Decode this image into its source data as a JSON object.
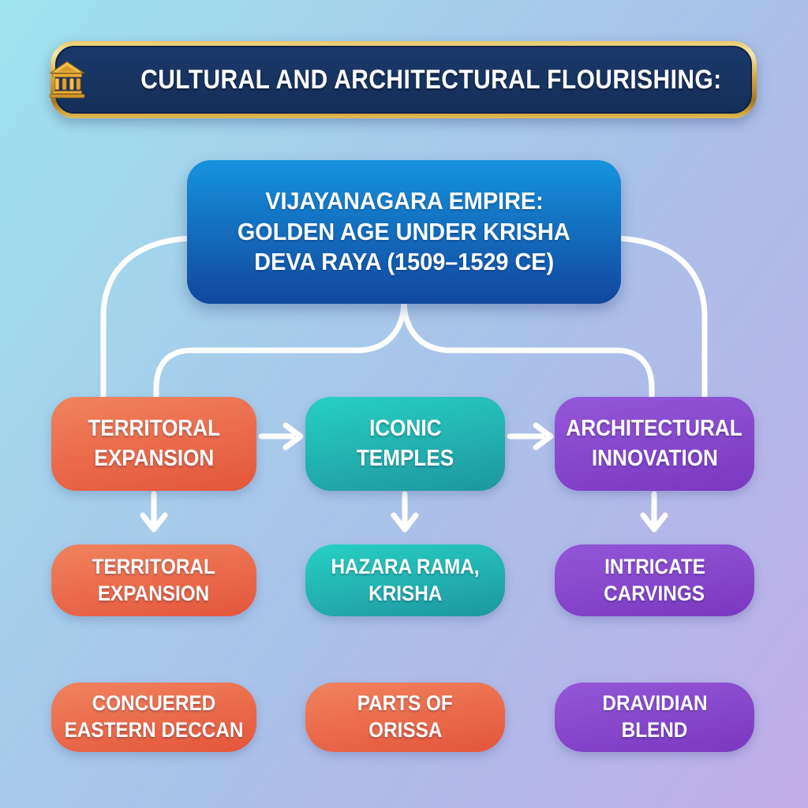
{
  "banner": {
    "title": "CULTURAL AND ARCHITECTURAL FLOURISHING:",
    "icon": "classical-building-icon",
    "colors": {
      "background": "#142e58",
      "border": "#d9a93f",
      "text": "#ffffff"
    }
  },
  "root": {
    "line1": "VIJAYANAGARA EMPIRE:",
    "line2": "GOLDEN AGE UNDER KRISHA",
    "line3": "DEVA RAYA (1509–1529 CE)",
    "colors": {
      "top": "#1693dd",
      "bottom": "#11479e",
      "text": "#ffffff"
    }
  },
  "row1": {
    "box1": {
      "line1": "TERRITORAL",
      "line2": "EXPANSION",
      "color": "orange"
    },
    "box2": {
      "line1": "ICONIC",
      "line2": "TEMPLES",
      "color": "teal"
    },
    "box3": {
      "line1": "ARCHITECTURAL",
      "line2": "INNOVATION",
      "color": "purple"
    }
  },
  "row2": {
    "box1": {
      "line1": "TERRITORAL",
      "line2": "EXPANSION",
      "color": "orange"
    },
    "box2": {
      "line1": "HAZARA RAMA,",
      "line2": "KRISHA",
      "color": "teal"
    },
    "box3": {
      "line1": "INTRICATE",
      "line2": "CARVINGS",
      "color": "purple"
    }
  },
  "row3": {
    "box1": {
      "line1": "CONCUERED",
      "line2": "EASTERN DECCAN",
      "color": "orange"
    },
    "box2": {
      "line1": "PARTS OF",
      "line2": "ORISSA",
      "color": "orange"
    },
    "box3": {
      "line1": "DRAVIDIAN",
      "line2": "BLEND",
      "color": "purple"
    }
  },
  "palette": {
    "orange_top": "#f0835f",
    "orange_bottom": "#e4553a",
    "teal_top": "#27d0c3",
    "teal_bottom": "#1e96a0",
    "purple_top": "#9457d8",
    "purple_bottom": "#7b38c0",
    "connector": "#ffffff",
    "background_top_left": "#9fe3ec",
    "background_bottom_right": "#c0abe9"
  }
}
